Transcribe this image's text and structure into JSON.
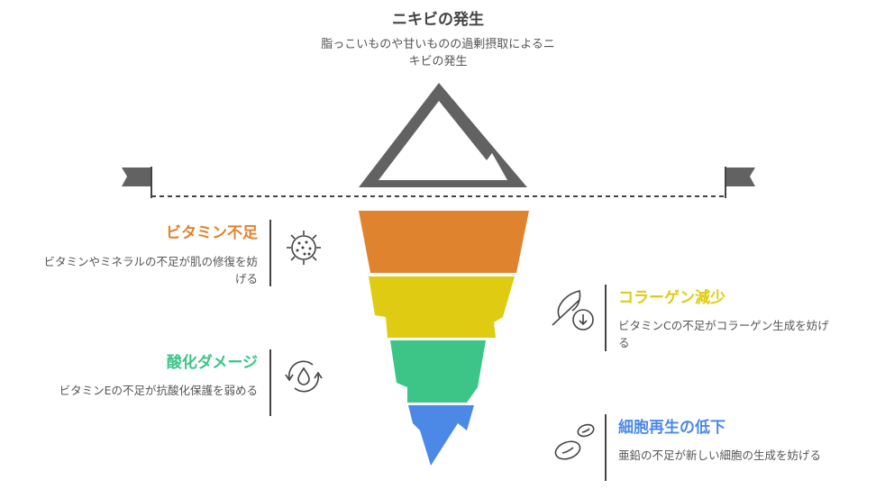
{
  "title": "ニキビの発生",
  "subtitle": "脂っこいものや甘いものの過剰摂取によるニキビの発生",
  "items": [
    {
      "heading": "ビタミン不足",
      "description": "ビタミンやミネラルの不足が肌の修復を妨げる",
      "color": "#E0832F",
      "icon": "bacteria-icon"
    },
    {
      "heading": "コラーゲン減少",
      "description": "ビタミンCの不足がコラーゲン生成を妨げる",
      "color": "#DFCB12",
      "icon": "leaf-down-icon"
    },
    {
      "heading": "酸化ダメージ",
      "description": "ビタミンEの不足が抗酸化保護を弱める",
      "color": "#3CC586",
      "icon": "drop-cycle-icon"
    },
    {
      "heading": "細胞再生の低下",
      "description": "亜鉛の不足が新しい細胞の生成を妨げる",
      "color": "#4C88E6",
      "icon": "cells-icon"
    }
  ]
}
